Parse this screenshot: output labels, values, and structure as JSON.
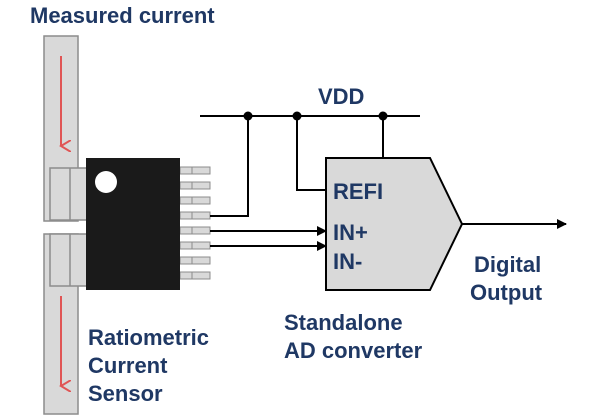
{
  "labels": {
    "measured_current": "Measured current",
    "vdd": "VDD",
    "refi": "REFI",
    "in_plus": "IN+",
    "in_minus": "IN-",
    "digital_output_line1": "Digital",
    "digital_output_line2": "Output",
    "adc_line1": "Standalone",
    "adc_line2": "AD converter",
    "sensor_line1": "Ratiometric",
    "sensor_line2": "Current",
    "sensor_line3": "Sensor"
  },
  "colors": {
    "text": "#1f3864",
    "busbar_fill": "#d9d9d9",
    "busbar_stroke": "#8c8c8c",
    "current_arrow": "#e05555",
    "chip_body": "#1a1a1a",
    "adc_fill": "#d9d9d9",
    "wire": "#000000"
  }
}
